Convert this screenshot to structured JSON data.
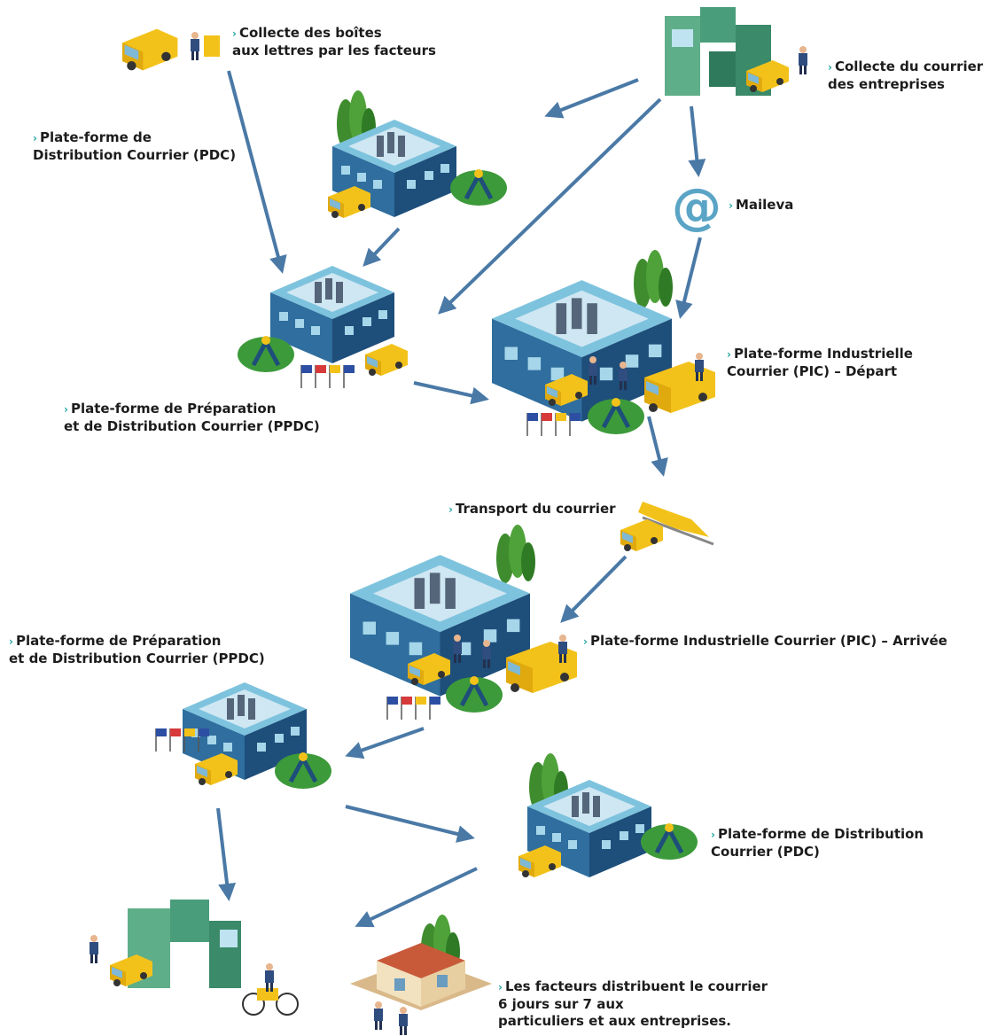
{
  "colors": {
    "arrow": "#4a79a6",
    "building_roof": "#5aa4c6",
    "building_wall": "#2f6e9e",
    "building_dark": "#1e4e7a",
    "van_yellow": "#f3c21a",
    "tree_green": "#3f8c2e",
    "bubble_green": "#3c9a3a",
    "label_chevron": "#1fa5a0",
    "text": "#1c1c1c"
  },
  "labels": {
    "collecte_boites": [
      "Collecte des boîtes",
      "aux lettres par les facteurs"
    ],
    "collecte_entreprises": [
      "Collecte du courrier",
      "des entreprises"
    ],
    "pdc_top": [
      "Plate-forme de",
      "Distribution Courrier (PDC)"
    ],
    "maileva": [
      "Maileva"
    ],
    "pic_depart": [
      "Plate-forme Industrielle",
      "Courrier (PIC) – Départ"
    ],
    "ppdc_top": [
      "Plate-forme de Préparation",
      "et de Distribution Courrier (PPDC)"
    ],
    "transport": [
      "Transport du courrier"
    ],
    "pic_arrivee": [
      "Plate-forme Industrielle Courrier (PIC) – Arrivée"
    ],
    "ppdc_bottom": [
      "Plate-forme de Préparation",
      "et de Distribution Courrier (PPDC)"
    ],
    "pdc_bottom": [
      "Plate-forme de Distribution",
      "Courrier (PDC)"
    ],
    "facteurs": [
      "Les facteurs distribuent le courrier",
      "6 jours sur 7 aux",
      "particuliers et aux entreprises."
    ]
  },
  "icons": {
    "maileva_symbol": "@",
    "chevron": "›"
  }
}
